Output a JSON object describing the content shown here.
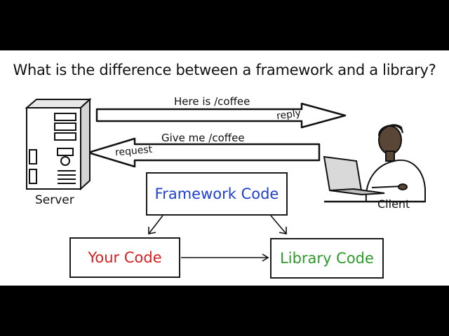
{
  "title": "What is the difference between a framework and a library?",
  "arrows": {
    "top_label": "Here is /coffee",
    "top_inner": "reply",
    "bottom_label": "Give me /coffee",
    "bottom_inner": "request"
  },
  "server_label": "Server",
  "client_label": "Client",
  "boxes": {
    "framework": "Framework Code",
    "yours": "Your Code",
    "library": "Library Code"
  },
  "colors": {
    "framework": "#1f3fd1",
    "yours": "#d81e1e",
    "library": "#2e9a2a"
  }
}
